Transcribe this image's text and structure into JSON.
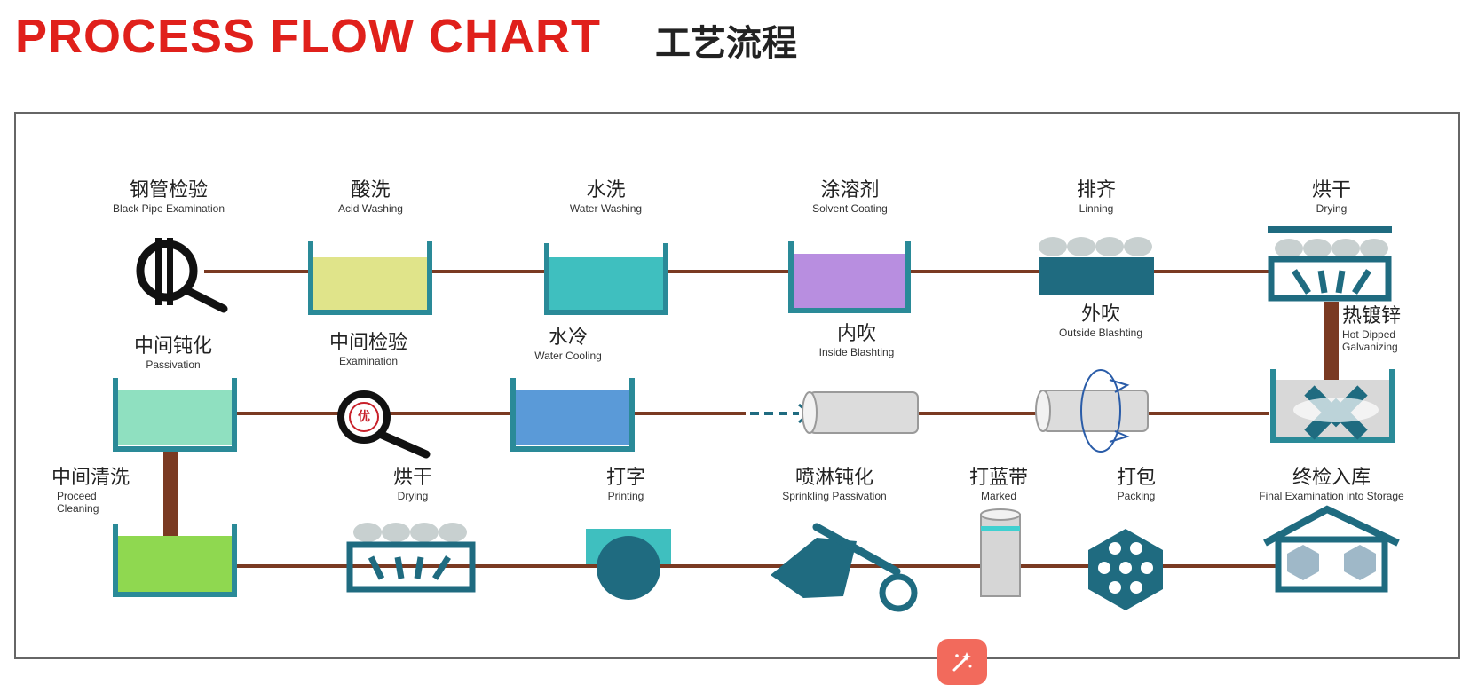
{
  "header": {
    "title_en": "PROCESS FLOW CHART",
    "title_cn": "工艺流程"
  },
  "steps": {
    "black_pipe_exam": {
      "cn": "钢管检验",
      "en": "Black Pipe Examination"
    },
    "acid_washing": {
      "cn": "酸洗",
      "en": "Acid Washing"
    },
    "water_washing": {
      "cn": "水洗",
      "en": "Water Washing"
    },
    "solvent_coating": {
      "cn": "涂溶剂",
      "en": "Solvent Coating"
    },
    "lining": {
      "cn": "排齐",
      "en": "Linning"
    },
    "drying_top": {
      "cn": "烘干",
      "en": "Drying"
    },
    "hot_dipped": {
      "cn": "热镀锌",
      "en1": "Hot Dipped",
      "en2": "Galvanizing"
    },
    "outside_blasting": {
      "cn": "外吹",
      "en": "Outside Blashting"
    },
    "inside_blasting": {
      "cn": "内吹",
      "en": "Inside Blashting"
    },
    "water_cooling": {
      "cn": "水冷",
      "en": "Water Cooling"
    },
    "mid_exam": {
      "cn": "中间检验",
      "en": "Examination",
      "badge": "优"
    },
    "passivation": {
      "cn": "中间钝化",
      "en": "Passivation"
    },
    "proceed_cleaning": {
      "cn": "中间清洗",
      "en1": "Proceed",
      "en2": "Cleaning"
    },
    "drying_bottom": {
      "cn": "烘干",
      "en": "Drying"
    },
    "printing": {
      "cn": "打字",
      "en": "Printing"
    },
    "sprinkling": {
      "cn": "喷淋钝化",
      "en": "Sprinkling Passivation"
    },
    "marked": {
      "cn": "打蓝带",
      "en": "Marked"
    },
    "packing": {
      "cn": "打包",
      "en": "Packing"
    },
    "final_exam": {
      "cn": "终检入库",
      "en": "Final Examination into Storage"
    }
  },
  "colors": {
    "title_red": "#e0201b",
    "pipe_line": "#7a3a22",
    "teal_dark": "#1f6b80",
    "acid_fill": "#e0e48a",
    "water_fill": "#3fbfbf",
    "solvent_fill": "#b88ee0",
    "passivation_fill": "#8fe0c0",
    "cooling_fill": "#5a9ad8",
    "cleaning_fill": "#8fd850",
    "galvanizing_fill": "#d8d8d8"
  },
  "icons": {
    "fab": "magic-wand-icon"
  }
}
